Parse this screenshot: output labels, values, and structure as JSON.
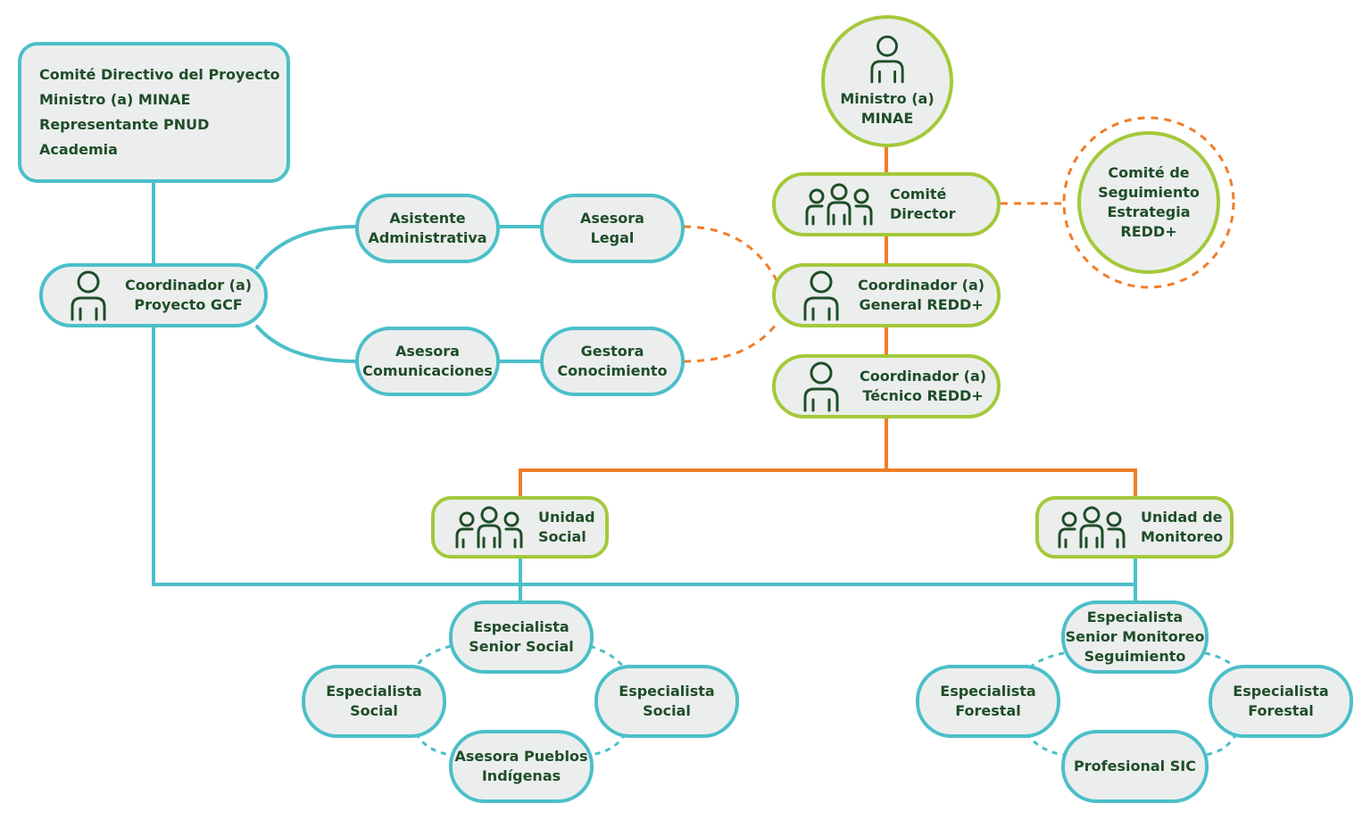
{
  "nodes": {
    "comite_directivo_proyecto": [
      "Comité Directivo del Proyecto",
      "Ministro (a) MINAE",
      "Representante PNUD",
      "Academia"
    ],
    "coordinador_gcf": [
      "Coordinador (a)",
      "Proyecto GCF"
    ],
    "asistente_administrativa": [
      "Asistente",
      "Administrativa"
    ],
    "asesora_legal": [
      "Asesora",
      "Legal"
    ],
    "asesora_comunicaciones": [
      "Asesora",
      "Comunicaciones"
    ],
    "gestora_conocimiento": [
      "Gestora",
      "Conocimiento"
    ],
    "ministro_minae": [
      "Ministro (a)",
      "MINAE"
    ],
    "comite_director": [
      "Comité",
      "Director"
    ],
    "comite_seguimiento": [
      "Comité de",
      "Seguimiento",
      "Estrategia",
      "REDD+"
    ],
    "coordinador_general": [
      "Coordinador (a)",
      "General REDD+"
    ],
    "coordinador_tecnico": [
      "Coordinador (a)",
      "Técnico REDD+"
    ],
    "unidad_social": [
      "Unidad",
      "Social"
    ],
    "unidad_monitoreo": [
      "Unidad de",
      "Monitoreo"
    ],
    "especialista_senior_social": [
      "Especialista",
      "Senior Social"
    ],
    "especialista_social_left": [
      "Especialista",
      "Social"
    ],
    "especialista_social_right": [
      "Especialista",
      "Social"
    ],
    "asesora_pueblos_indigenas": [
      "Asesora Pueblos",
      "Indígenas"
    ],
    "especialista_senior_monitoreo": [
      "Especialista",
      "Senior Monitoreo",
      "Seguimiento"
    ],
    "especialista_forestal_left": [
      "Especialista",
      "Forestal"
    ],
    "especialista_forestal_right": [
      "Especialista",
      "Forestal"
    ],
    "profesional_sic": [
      "Profesional SIC"
    ]
  },
  "colors": {
    "teal": "#4bbfc9",
    "green": "#a3c93a",
    "orange": "#f07d2a",
    "text": "#1f4d28",
    "fill": "#eceeee"
  },
  "icons": {
    "person": "person-icon",
    "group": "group-icon"
  }
}
